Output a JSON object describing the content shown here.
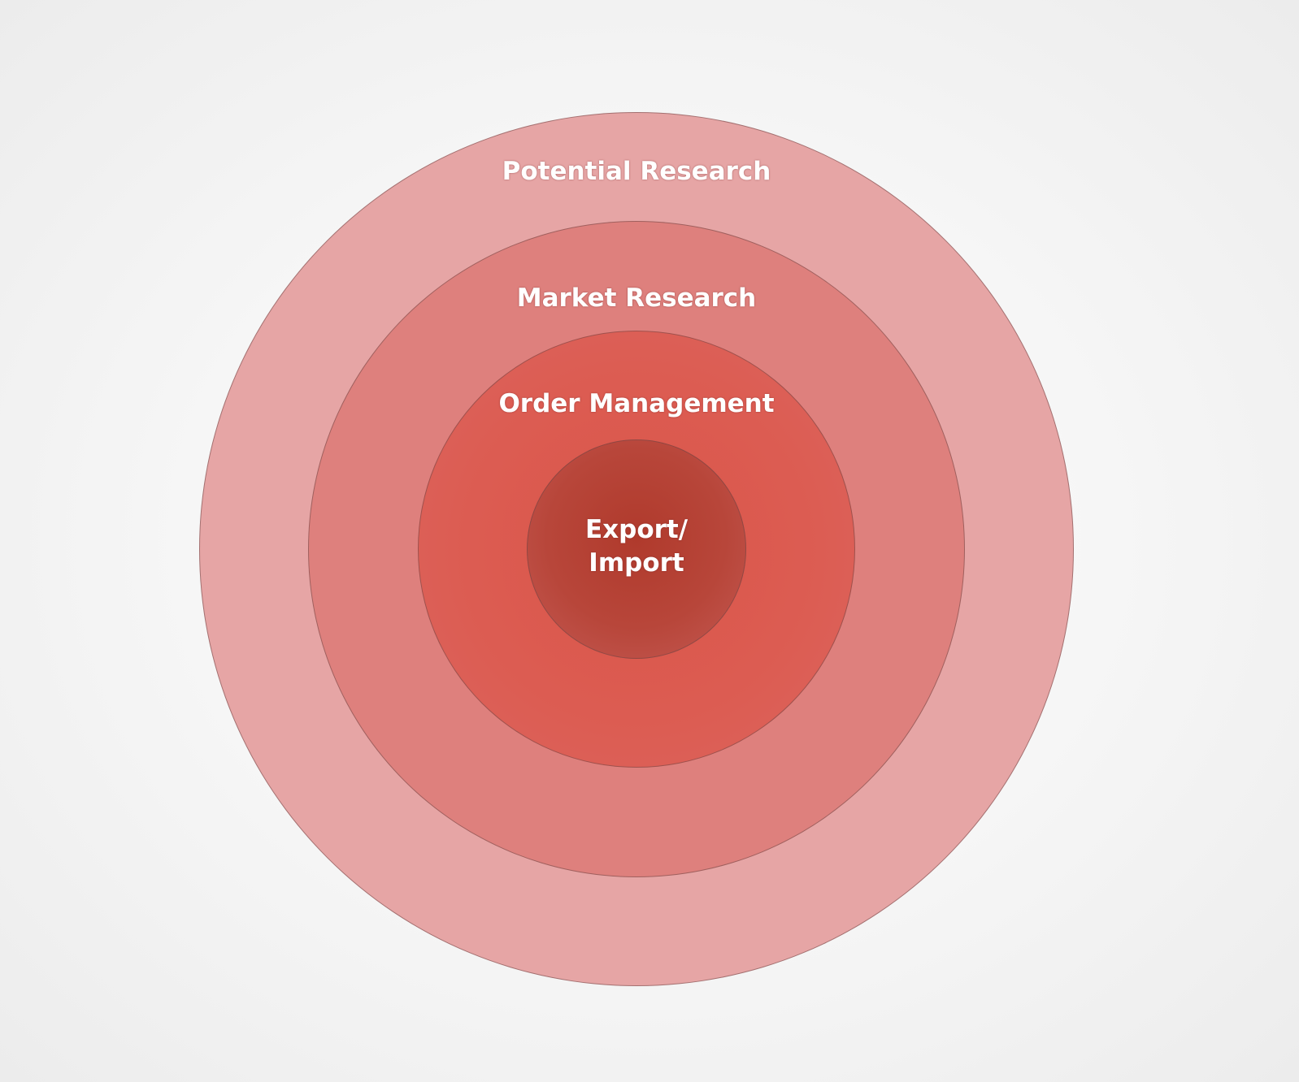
{
  "diagram": {
    "title": "",
    "layers": [
      {
        "label": "Potential Research",
        "color": "#e6a5a5"
      },
      {
        "label": "Market Research",
        "color": "#de807d"
      },
      {
        "label": "Order Management",
        "color": "#dc5d53"
      },
      {
        "label_line1": "Export/",
        "label_line2": "Import",
        "color": "#b03a2c"
      }
    ]
  }
}
